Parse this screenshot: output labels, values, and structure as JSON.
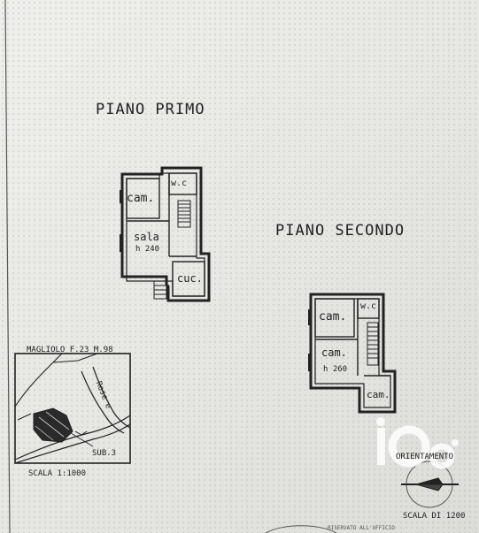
{
  "plans": {
    "first_floor_title": "PIANO PRIMO",
    "second_floor_title": "PIANO SECONDO",
    "first": {
      "cam": "cam.",
      "wc": "w.c",
      "sala": "sala",
      "sala_h": "h 240",
      "cuc": "cuc."
    },
    "second": {
      "cam1": "cam.",
      "wc": "w.c",
      "cam2": "cam.",
      "cam2_h": "h 260",
      "cam3": "cam."
    }
  },
  "inset_map": {
    "title": "MAGLIOLO F.23 M.98",
    "road": "Rose e",
    "sub": "SUB.3",
    "scale": "SCALA 1:1000"
  },
  "orientation": {
    "label": "ORIENTAMENTO",
    "scale": "SCALA DI 1200",
    "stamp_text": "RISERVATO ALL'UFFICIO"
  },
  "colors": {
    "ink": "#222222",
    "watermark": "#ffffff"
  },
  "watermark_icon": "brand-logo-icon"
}
